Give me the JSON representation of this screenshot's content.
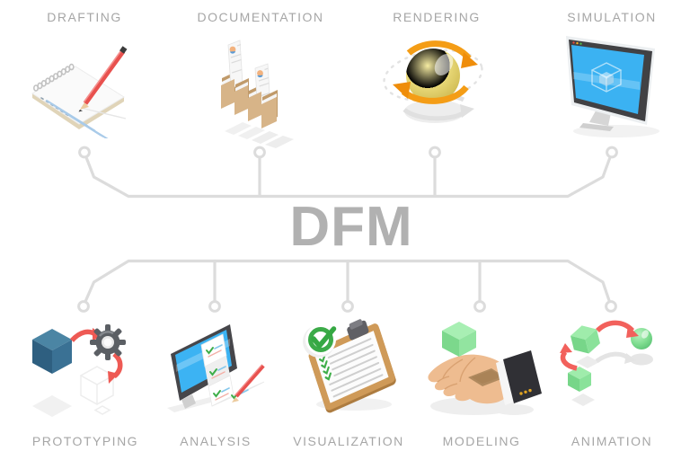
{
  "title": {
    "text": "DFM"
  },
  "top_items": [
    {
      "label": "DRAFTING",
      "icon": "notepad-pencil-icon"
    },
    {
      "label": "DOCUMENTATION",
      "icon": "document-folders-icon"
    },
    {
      "label": "RENDERING",
      "icon": "rotating-sphere-icon"
    },
    {
      "label": "SIMULATION",
      "icon": "monitor-3d-cube-icon"
    }
  ],
  "bottom_items": [
    {
      "label": "PROTOTYPING",
      "icon": "cube-gear-icon"
    },
    {
      "label": "ANALYSIS",
      "icon": "monitor-checklist-icon"
    },
    {
      "label": "VISUALIZATION",
      "icon": "clipboard-checkmark-icon"
    },
    {
      "label": "MODELING",
      "icon": "hand-cube-icon"
    },
    {
      "label": "ANIMATION",
      "icon": "cubes-motion-icon"
    }
  ],
  "colors": {
    "connector": "#dcdcdc",
    "label": "#a6a6a6",
    "title": "#b1b1b1"
  }
}
